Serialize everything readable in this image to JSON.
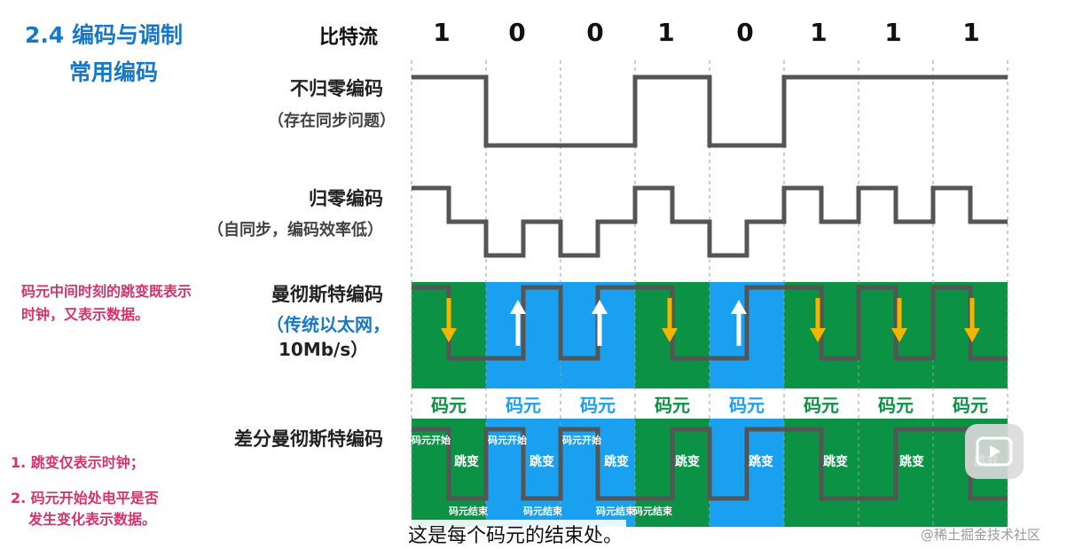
{
  "title": "2.4 编码与调制",
  "subtitle": "常用编码",
  "bitstream_label": "比特流",
  "bits": [
    "1",
    "0",
    "0",
    "1",
    "0",
    "1",
    "1",
    "1"
  ],
  "nrz": {
    "label": "不归零编码",
    "note": "（存在同步问题）"
  },
  "rz": {
    "label": "归零编码",
    "note": "（自同步，编码效率低）"
  },
  "manchester": {
    "label": "曼彻斯特编码",
    "note_line1": "（传统以太网，",
    "note_line2": "10Mb/s）",
    "side_note_line1": "码元中间时刻的跳变既表示",
    "side_note_line2": "时钟，又表示数据。",
    "symbol_label": "码元"
  },
  "diff_manchester": {
    "label": "差分曼彻斯特编码",
    "start_label": "码元开始",
    "jump_label": "跳变",
    "end_label": "码元结束"
  },
  "diff_notes": {
    "item1": "1. 跳变仅表示时钟；",
    "item2_line1": "2. 码元开始处电平是否",
    "item2_line2": "发生变化表示数据。"
  },
  "caption": "这是每个码元的结束处。",
  "watermark": "@稀土掘金技术社区",
  "colors": {
    "green": "#0b9245",
    "blue": "#1aa0f0",
    "signal": "#555555",
    "title_blue": "#1878c8",
    "note_red": "#d6336c",
    "arrow_orange": "#f5b400",
    "arrow_white": "#ffffff"
  }
}
